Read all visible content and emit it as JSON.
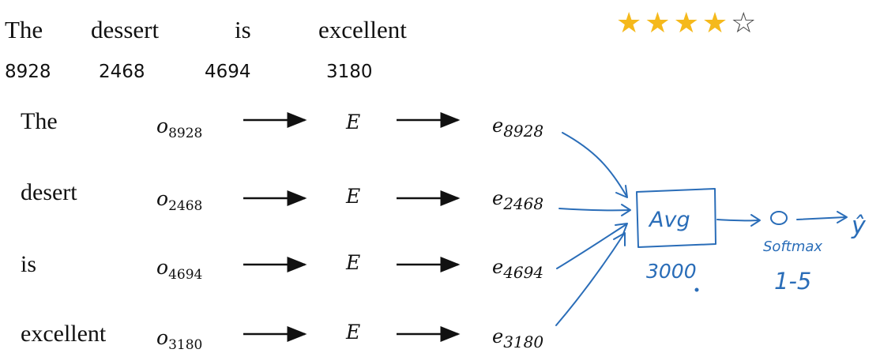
{
  "sentence": {
    "words": [
      "The",
      "dessert",
      "is",
      "excellent"
    ],
    "ids": [
      "8928",
      "2468",
      "4694",
      "3180"
    ]
  },
  "rating": {
    "filled": 4,
    "total": 5,
    "filled_color": "#f5b91c",
    "empty_color": "#444444"
  },
  "rows": [
    {
      "word": "The",
      "onehot": "o",
      "onehot_sub": "8928",
      "matrix": "E",
      "embed": "e",
      "embed_sub": "8928"
    },
    {
      "word": "desert",
      "onehot": "o",
      "onehot_sub": "2468",
      "matrix": "E",
      "embed": "e",
      "embed_sub": "2468"
    },
    {
      "word": "is",
      "onehot": "o",
      "onehot_sub": "4694",
      "matrix": "E",
      "embed": "e",
      "embed_sub": "4694"
    },
    {
      "word": "excellent",
      "onehot": "o",
      "onehot_sub": "3180",
      "matrix": "E",
      "embed": "e",
      "embed_sub": "3180"
    }
  ],
  "annotations": {
    "avg": "Avg",
    "dim": "3000",
    "softmax": "Softmax",
    "range": "1-5",
    "output": "ŷ",
    "ink_color": "#2a6db8"
  }
}
